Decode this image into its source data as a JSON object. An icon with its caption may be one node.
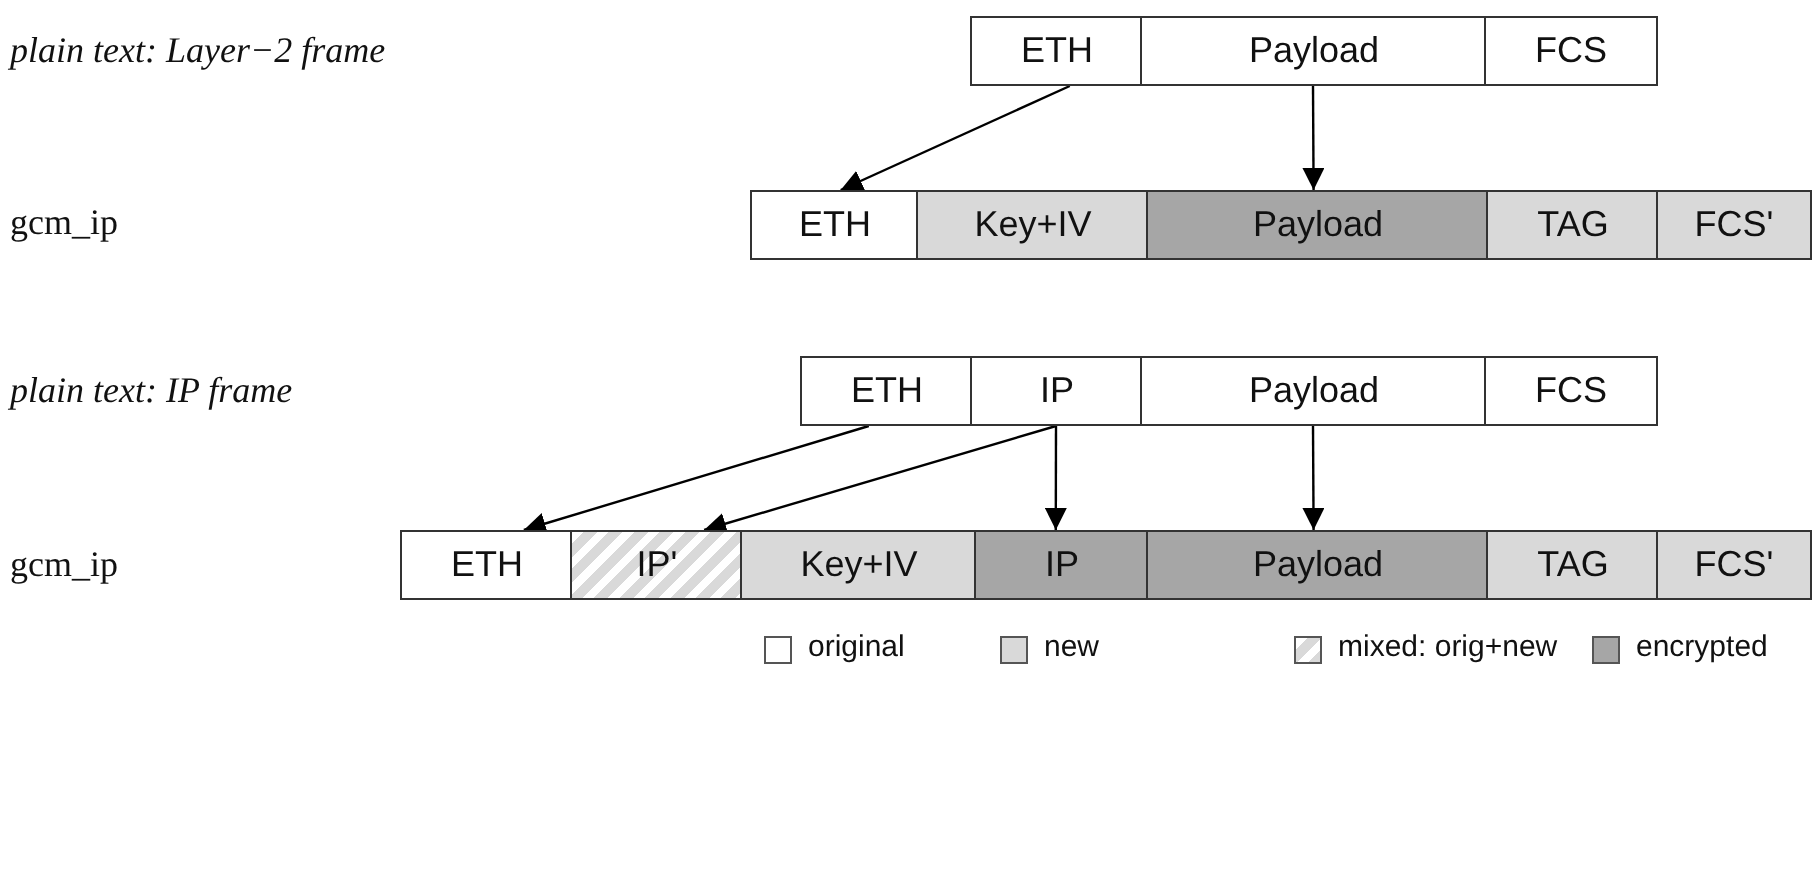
{
  "diagram": {
    "nodes": [
      {
        "text": [
          "ETH"
        ]
      },
      {
        "text": [
          "Payload"
        ]
      },
      {
        "text": [
          "FCS"
        ]
      },
      {
        "text": [
          "ETH"
        ]
      },
      {
        "text": [
          "Key+IV"
        ]
      },
      {
        "text": [
          "Payload"
        ]
      },
      {
        "text": [
          "TAG"
        ]
      },
      {
        "text": [
          "FCS'"
        ]
      },
      {
        "text": [
          "ETH"
        ]
      },
      {
        "text": [
          "IP"
        ]
      },
      {
        "text": [
          "Payload"
        ]
      },
      {
        "text": [
          "FCS"
        ]
      },
      {
        "text": [
          "ETH"
        ]
      },
      {
        "text": [
          "IP'"
        ]
      },
      {
        "text": [
          "Key+IV"
        ]
      },
      {
        "text": [
          "IP"
        ]
      },
      {
        "text": [
          "Payload"
        ]
      },
      {
        "text": [
          "TAG"
        ]
      },
      {
        "text": [
          "FCS'"
        ]
      }
    ],
    "edges": [
      {
        "from": 0,
        "to": 3,
        "arrow": "to"
      },
      {
        "from": 1,
        "to": 5,
        "arrow": "to"
      },
      {
        "from": 8,
        "to": 12,
        "arrow": "to"
      },
      {
        "from": 9,
        "to": 13,
        "arrow": "to"
      },
      {
        "from": 9,
        "to": 15,
        "arrow": "to"
      },
      {
        "from": 10,
        "to": 16,
        "arrow": "to"
      }
    ],
    "labels": [
      "plain text: Layer−2 frame",
      "gcm_ip",
      "plain text: IP frame",
      "gcm_ip"
    ],
    "legend": [
      {
        "text": "original",
        "color": "#ffffff"
      },
      {
        "text": "new",
        "color": "#d9d9d9"
      },
      {
        "text": "mixed: orig+new"
      },
      {
        "text": "encrypted",
        "color": "#a6a6a6"
      }
    ]
  }
}
